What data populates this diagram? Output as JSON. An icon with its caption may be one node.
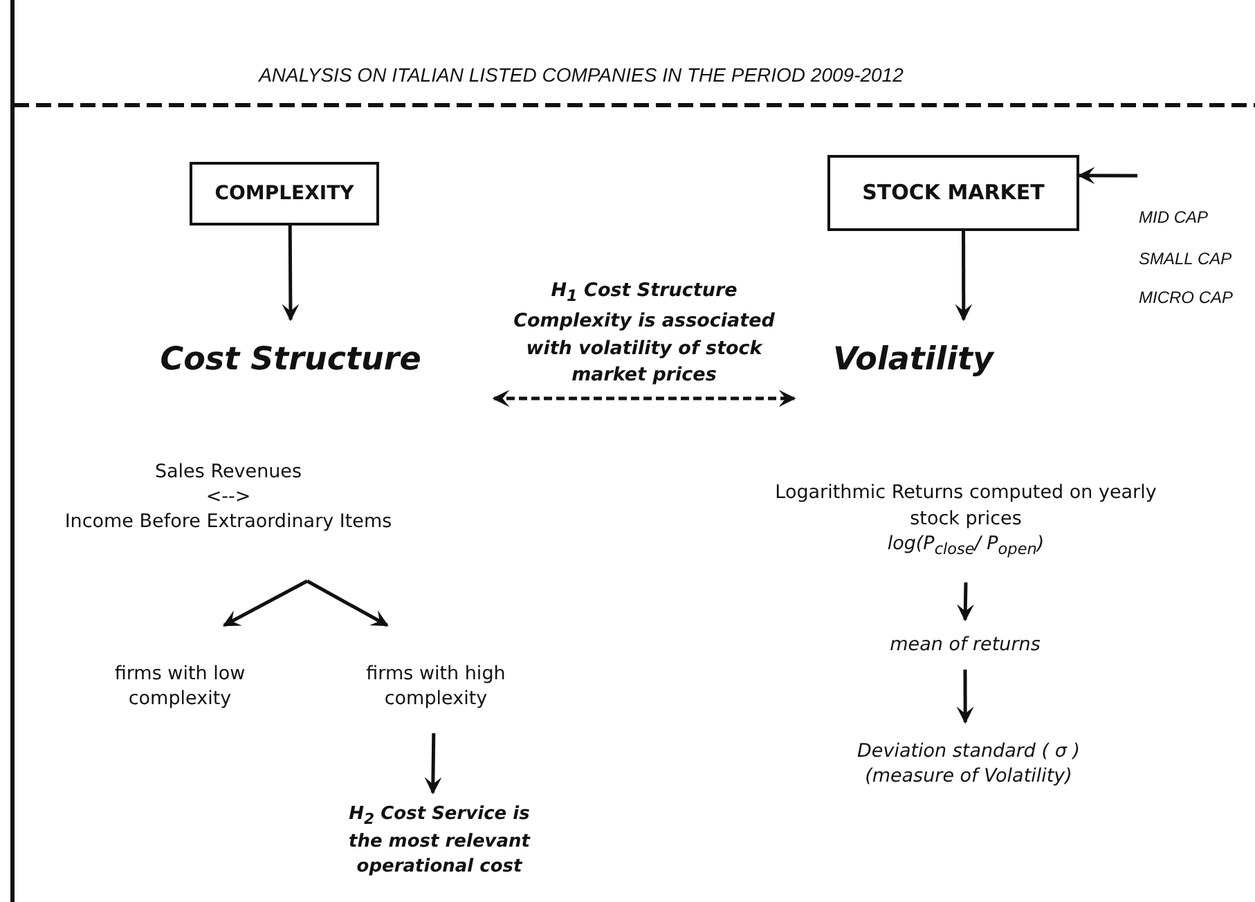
{
  "diagram": {
    "title": "ANALYSIS ON ITALIAN LISTED COMPANIES IN THE PERIOD 2009-2012",
    "nodes": [
      {
        "text": [
          "COMPLEXITY"
        ]
      },
      {
        "text": [
          "STOCK MARKET"
        ]
      },
      {
        "text": [
          "Cost Structure"
        ]
      },
      {
        "text": [
          "Volatility"
        ]
      },
      {
        "text": [
          "Sales Revenues",
          "<-->",
          "Income Before Extraordinary Items"
        ]
      },
      {
        "text": [
          "firms with low complexity"
        ]
      },
      {
        "text": [
          "firms with high complexity"
        ]
      },
      {
        "text": [
          "H$_{2}$ Cost Service is the most relevant operational cost"
        ]
      },
      {
        "text": [
          "Logarithmic Returns computed on yearly stock prices",
          "log(P$_{close}$/ P$_{open}$)"
        ]
      },
      {
        "text": [
          "mean of returns"
        ]
      },
      {
        "text": [
          "Deviation standard  ( σ )",
          "(measure of Volatility)"
        ]
      }
    ],
    "edges": [
      {
        "from": 0,
        "to": 2,
        "arrow": "to"
      },
      {
        "from": 1,
        "to": 3,
        "arrow": "to"
      },
      {
        "from": null,
        "to": 1,
        "arrow": "to"
      },
      {
        "from": 2,
        "to": 3,
        "arrow": "both",
        "style": "dashed",
        "label": "H$_{1}$ Cost Structure Complexity is associated with volatility of stock market prices"
      },
      {
        "from": 4,
        "to": 5,
        "arrow": "to"
      },
      {
        "from": 4,
        "to": 6,
        "arrow": "to"
      },
      {
        "from": 6,
        "to": 7,
        "arrow": "to"
      },
      {
        "from": 8,
        "to": 9,
        "arrow": "to"
      },
      {
        "from": 9,
        "to": 10,
        "arrow": "to"
      }
    ],
    "labels": [
      "MID CAP",
      "SMALL CAP",
      "MICRO CAP"
    ]
  }
}
